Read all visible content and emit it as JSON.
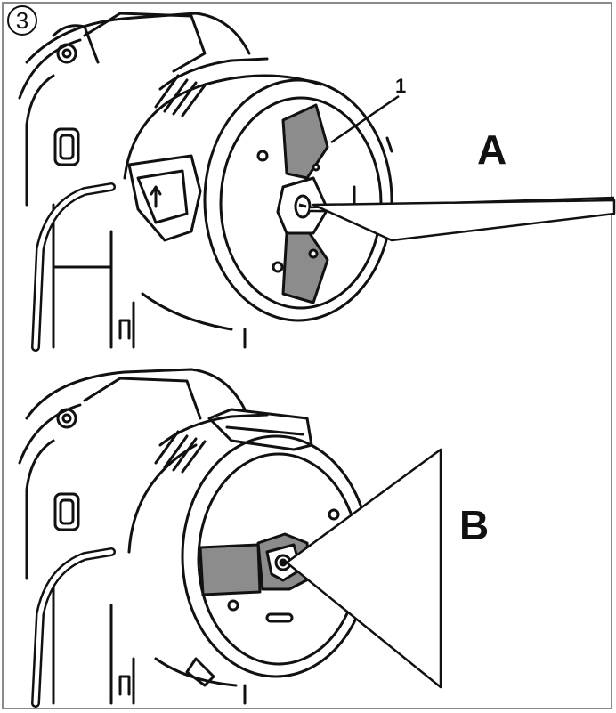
{
  "step": {
    "number": "3"
  },
  "panels": [
    {
      "letter": "A",
      "callout": "1"
    },
    {
      "letter": "B"
    }
  ],
  "colors": {
    "line": "#111111",
    "latch_fill": "#8c8c8c",
    "background": "#ffffff"
  }
}
